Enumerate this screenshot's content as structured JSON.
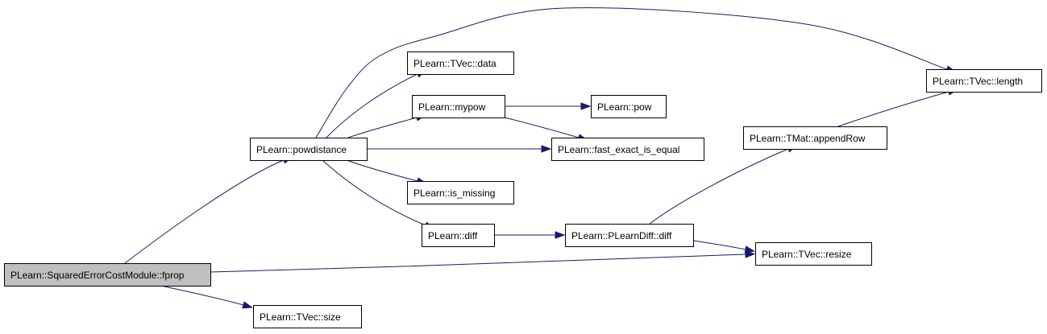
{
  "graph": {
    "root": "fprop",
    "nodes": [
      {
        "id": "fprop",
        "label": "PLearn::SquaredErrorCostModule::fprop",
        "highlighted": true
      },
      {
        "id": "powdistance",
        "label": "PLearn::powdistance",
        "highlighted": false
      },
      {
        "id": "tvec_size",
        "label": "PLearn::TVec::size",
        "highlighted": false
      },
      {
        "id": "tvec_data",
        "label": "PLearn::TVec::data",
        "highlighted": false
      },
      {
        "id": "mypow",
        "label": "PLearn::mypow",
        "highlighted": false
      },
      {
        "id": "pow",
        "label": "PLearn::pow",
        "highlighted": false
      },
      {
        "id": "fast_exact_is_equal",
        "label": "PLearn::fast_exact_is_equal",
        "highlighted": false
      },
      {
        "id": "is_missing",
        "label": "PLearn::is_missing",
        "highlighted": false
      },
      {
        "id": "diff",
        "label": "PLearn::diff",
        "highlighted": false
      },
      {
        "id": "plearndiff_diff",
        "label": "PLearn::PLearnDiff::diff",
        "highlighted": false
      },
      {
        "id": "tmat_appendrow",
        "label": "PLearn::TMat::appendRow",
        "highlighted": false
      },
      {
        "id": "tvec_length",
        "label": "PLearn::TVec::length",
        "highlighted": false
      },
      {
        "id": "tvec_resize",
        "label": "PLearn::TVec::resize",
        "highlighted": false
      }
    ],
    "edges": [
      {
        "from": "fprop",
        "to": "powdistance"
      },
      {
        "from": "fprop",
        "to": "tvec_resize"
      },
      {
        "from": "fprop",
        "to": "tvec_size"
      },
      {
        "from": "powdistance",
        "to": "tvec_length"
      },
      {
        "from": "powdistance",
        "to": "tvec_data"
      },
      {
        "from": "powdistance",
        "to": "mypow"
      },
      {
        "from": "powdistance",
        "to": "fast_exact_is_equal"
      },
      {
        "from": "powdistance",
        "to": "is_missing"
      },
      {
        "from": "powdistance",
        "to": "diff"
      },
      {
        "from": "mypow",
        "to": "pow"
      },
      {
        "from": "mypow",
        "to": "fast_exact_is_equal"
      },
      {
        "from": "diff",
        "to": "plearndiff_diff"
      },
      {
        "from": "plearndiff_diff",
        "to": "tmat_appendrow"
      },
      {
        "from": "plearndiff_diff",
        "to": "tvec_resize"
      },
      {
        "from": "tmat_appendrow",
        "to": "tvec_length"
      }
    ],
    "colors": {
      "edge": "#191970",
      "node_border": "#000000",
      "node_fill": "#ffffff",
      "root_fill": "#bfbfbf"
    }
  }
}
